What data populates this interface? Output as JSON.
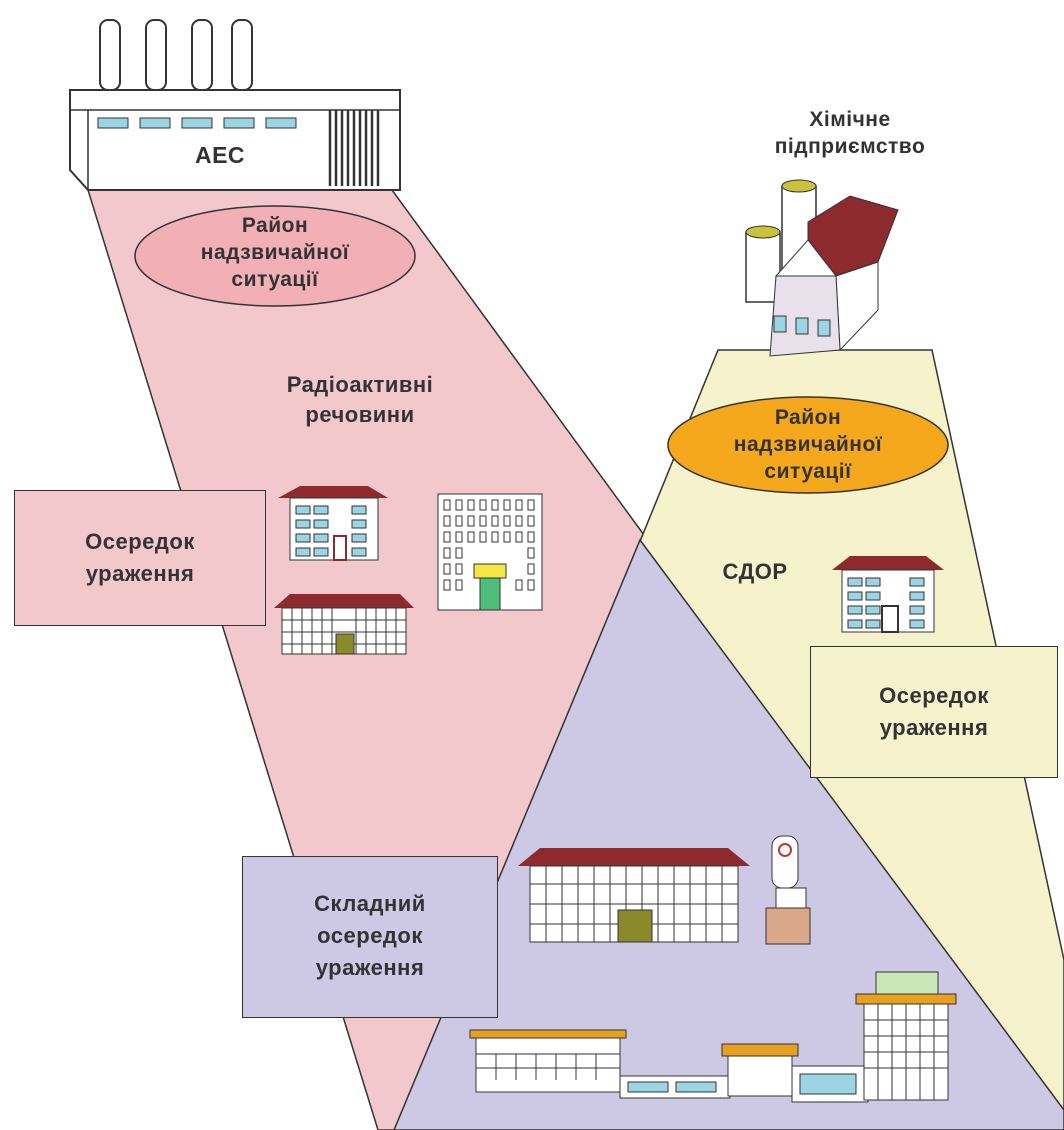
{
  "colors": {
    "pink_zone": "#f2c8cc",
    "yellow_zone": "#f6f2cc",
    "purple_zone": "#cdc8e4",
    "pink_ellipse": "#f2b0b6",
    "orange_ellipse": "#f5a81c",
    "roof_red": "#8c2a2e",
    "window_blue": "#9bd4e2",
    "door_green": "#4dbf7a",
    "tank_yellow": "#c9c23a",
    "roof_orange": "#e8a020"
  },
  "labels": {
    "npp": "АЕС",
    "chemical_plant": [
      "Хімічне",
      "підприємство"
    ],
    "emergency_area_npp": [
      "Район",
      "надзвичайної",
      "ситуації"
    ],
    "emergency_area_chem": [
      "Район",
      "надзвичайної",
      "ситуації"
    ],
    "radioactive_substances": [
      "Радіоактивні",
      "речовини"
    ],
    "lesion_focus_left": [
      "Осередок",
      "ураження"
    ],
    "lesion_focus_right": [
      "Осередок",
      "ураження"
    ],
    "sdor": "СДОР",
    "complex_focus": [
      "Складний",
      "осередок",
      "ураження"
    ]
  },
  "icons": [
    "factory-icon",
    "chemical-plant-icon",
    "building-icon",
    "office-tower-icon",
    "school-icon",
    "tower-icon"
  ]
}
